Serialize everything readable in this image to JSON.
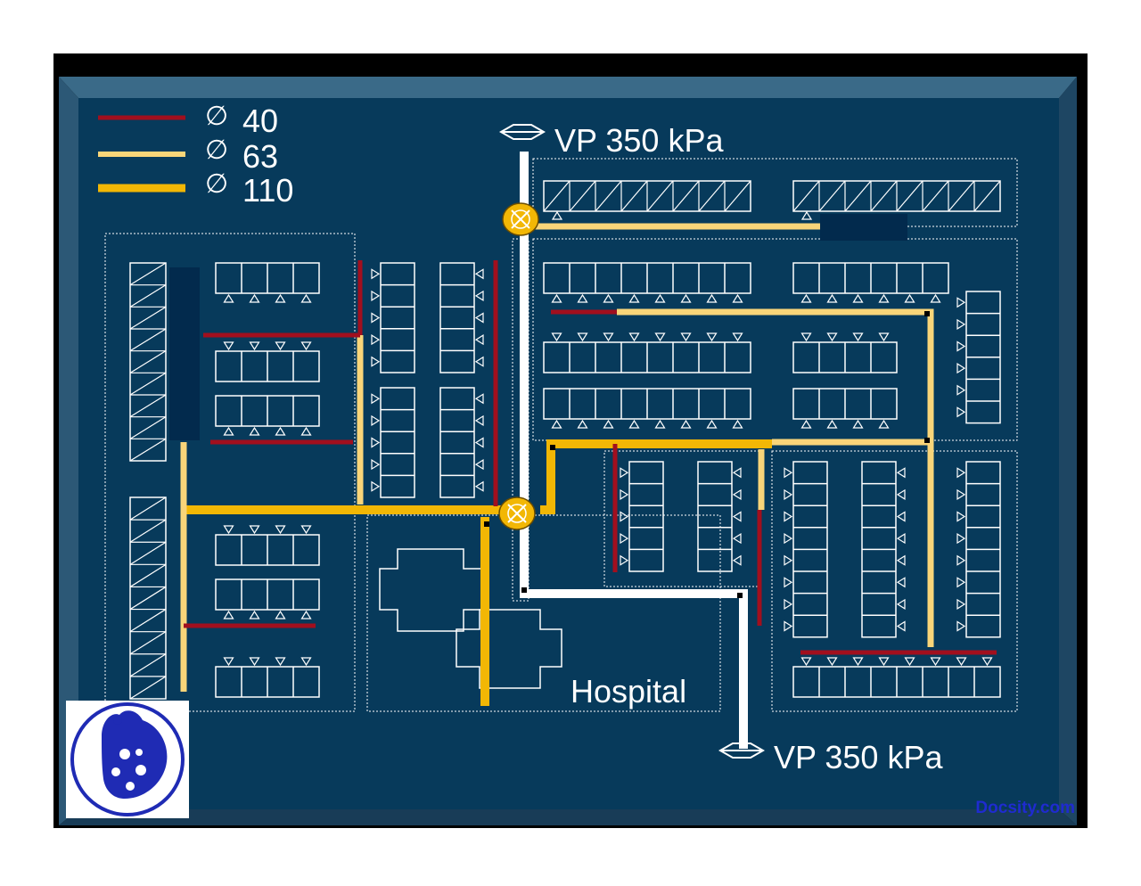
{
  "legend": [
    {
      "symbol": "∅",
      "value": "40",
      "color": "#a10f1e"
    },
    {
      "symbol": "∅",
      "value": "63",
      "color": "#f9d579"
    },
    {
      "symbol": "∅",
      "value": "110",
      "color": "#f2b705"
    }
  ],
  "labels": {
    "vp_top": "VP 350 kPa",
    "vp_bottom": "VP 350 kPa",
    "hospital": "Hospital",
    "credit": "Docsity.com"
  },
  "colors": {
    "frame_outer": "#000000",
    "bevel_light": "#33607e",
    "panel": "#073a5b",
    "dark_block": "#022a4d",
    "pipe_40": "#a10f1e",
    "pipe_63": "#f9d579",
    "pipe_110": "#f2b705",
    "main_pipe": "#ffffff",
    "valve": "#f2b705",
    "logo_blue": "#1f2bb4"
  },
  "icons": [
    "valve-icon",
    "pressure-regulator-icon",
    "docsity-logo-icon"
  ]
}
